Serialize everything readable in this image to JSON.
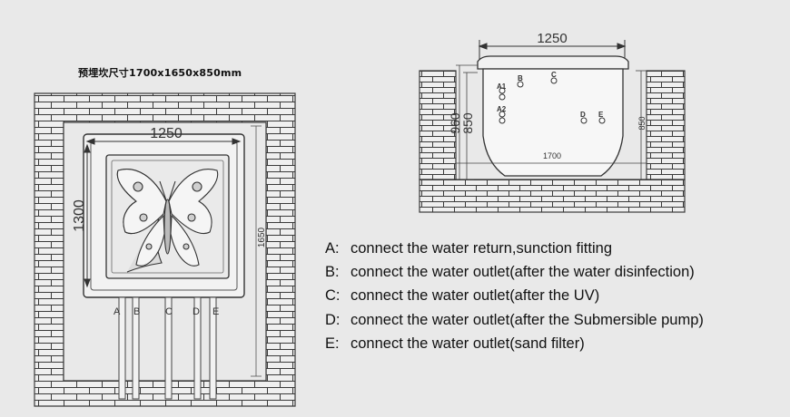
{
  "colors": {
    "background": "#e9e9e9",
    "line": "#3a3a3a",
    "brick_fill": "#efefef"
  },
  "top_view": {
    "pit_dimensions_label": "预埋坎尺寸1700x1650x850mm",
    "width_label": "1250",
    "height_label": "1300",
    "depth_label": "1650",
    "outlet_labels": [
      "A",
      "B",
      "C",
      "D",
      "E"
    ],
    "cover_emblem": "butterfly-icon"
  },
  "side_view": {
    "width_label": "1250",
    "pit_width_label": "1700",
    "height_label_outer": "960",
    "height_label_inner": "850",
    "right_height_label": "850",
    "fitting_labels": [
      "A1",
      "B",
      "C",
      "A2",
      "D",
      "E"
    ]
  },
  "legend": [
    {
      "key": "A:",
      "text": "connect the water return,sunction fitting"
    },
    {
      "key": "B:",
      "text": "connect the water outlet(after the water disinfection)"
    },
    {
      "key": "C:",
      "text": "connect the water outlet(after the UV)"
    },
    {
      "key": "D:",
      "text": "connect the water outlet(after the Submersible pump)"
    },
    {
      "key": "E:",
      "text": "connect the water outlet(sand filter)"
    }
  ]
}
